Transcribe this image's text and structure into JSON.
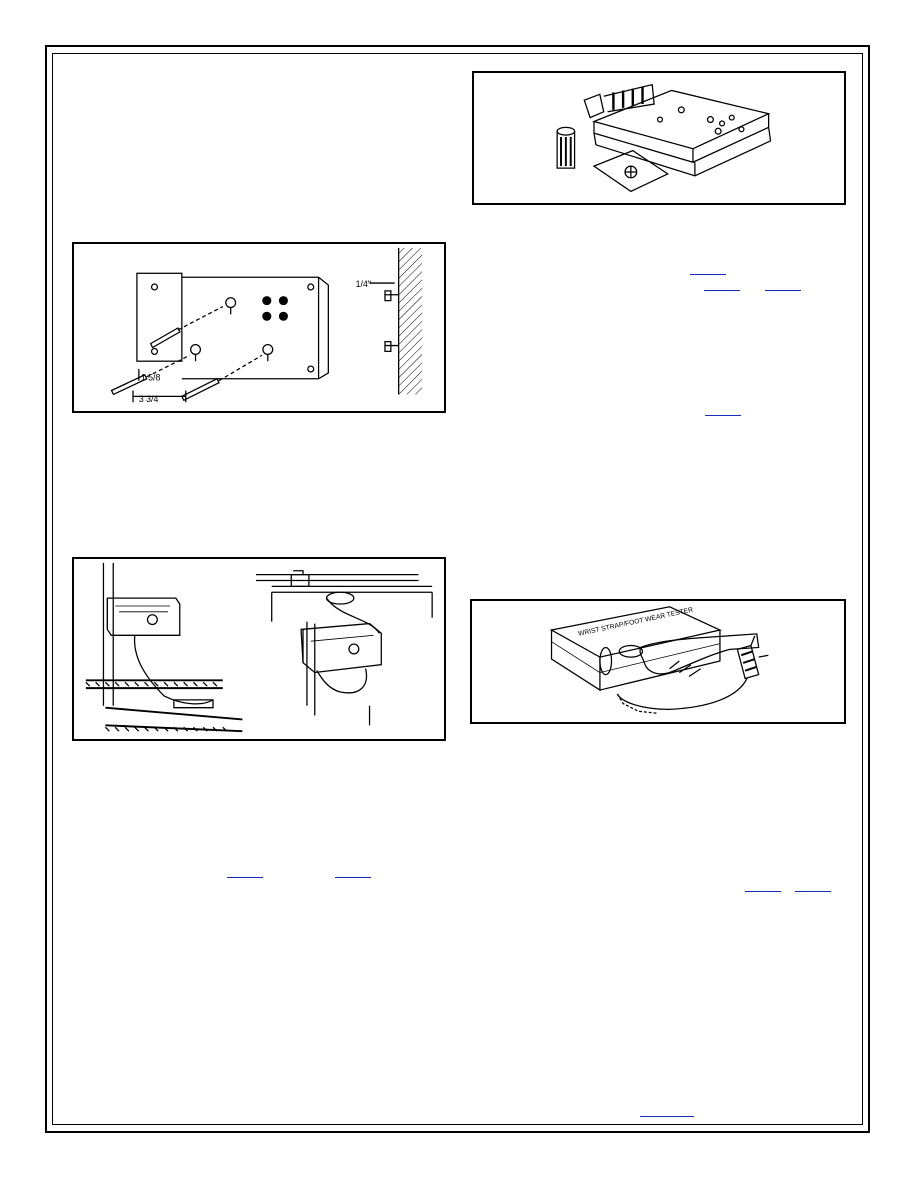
{
  "figures": {
    "wall_mount": {
      "dimension_quarter_inch": "1/4\"",
      "dimension_a": "1 5/8",
      "dimension_b": "3 3/4"
    },
    "tester_kit": {},
    "installed": {},
    "wrist_test": {
      "lid_text": "WRIST STRAP/FOOT WEAR TESTER"
    }
  },
  "links": [
    {
      "id": "link-1"
    },
    {
      "id": "link-2"
    },
    {
      "id": "link-3"
    },
    {
      "id": "link-4"
    },
    {
      "id": "link-5"
    },
    {
      "id": "link-6"
    },
    {
      "id": "link-7"
    },
    {
      "id": "link-8"
    },
    {
      "id": "link-9"
    }
  ]
}
